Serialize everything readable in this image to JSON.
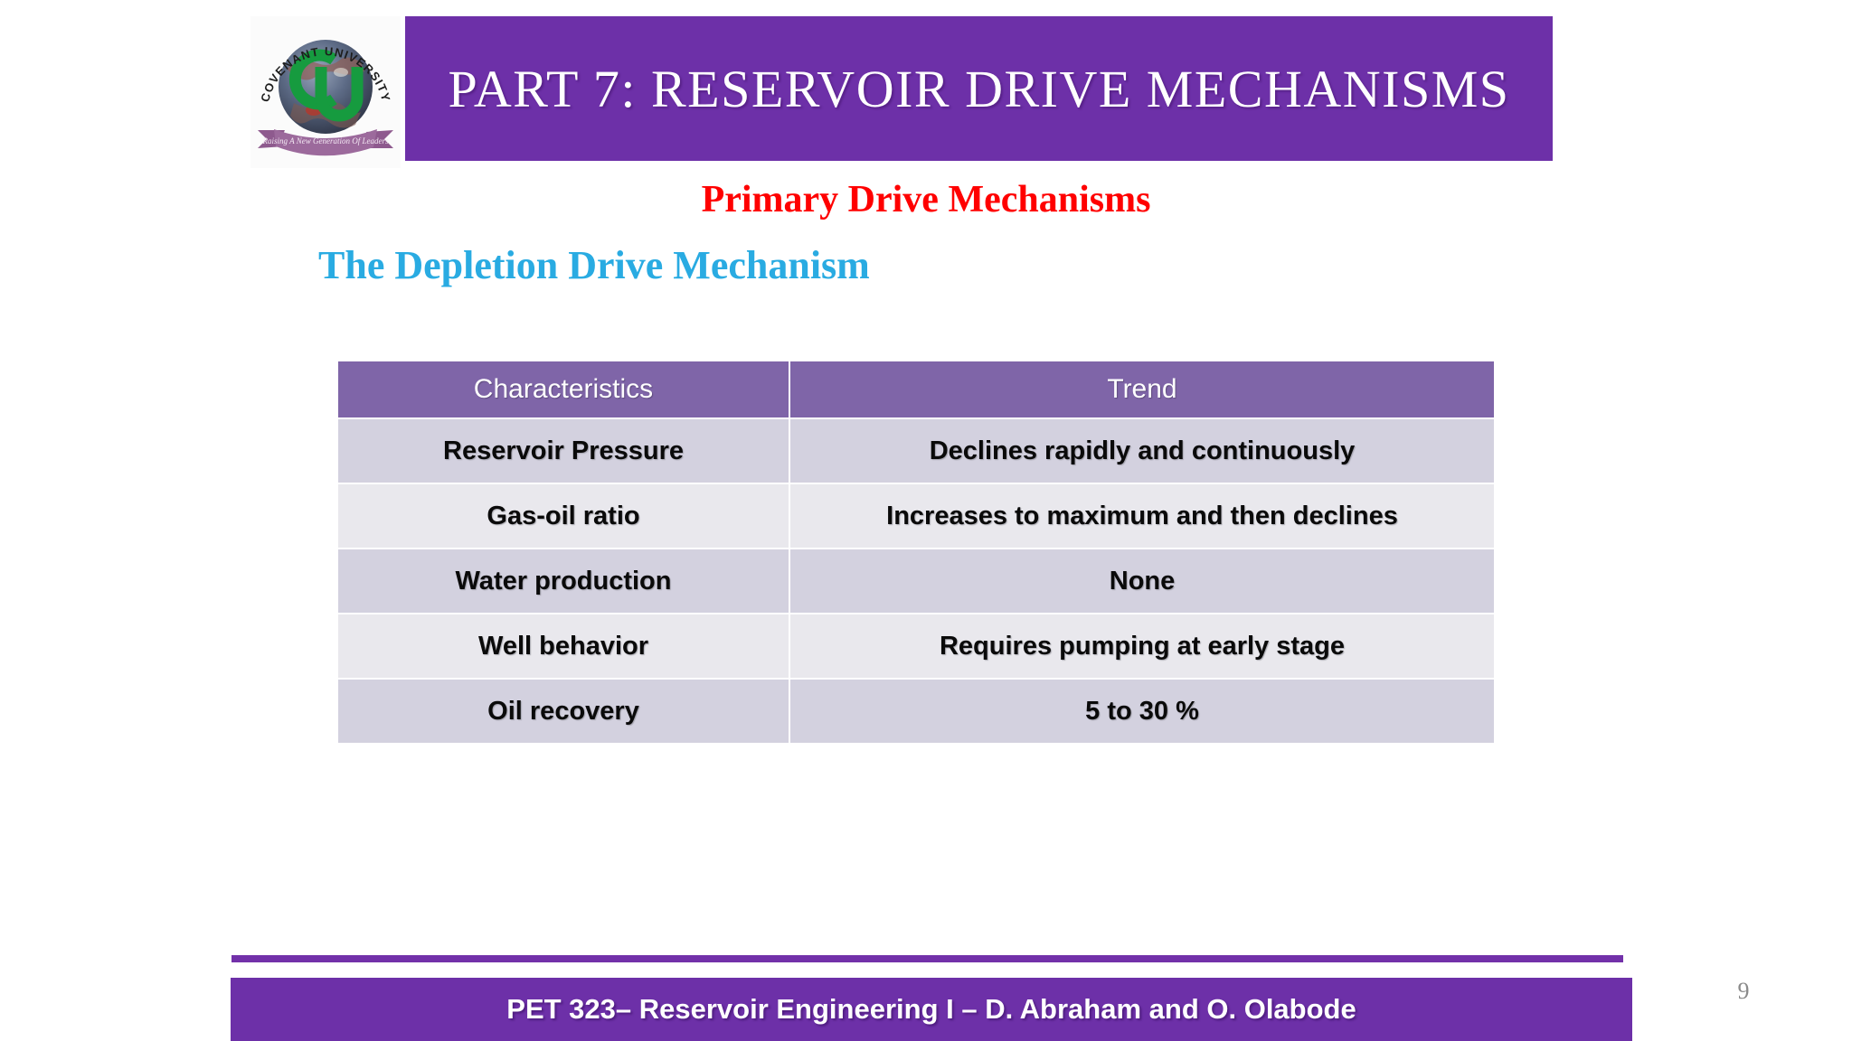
{
  "slide": {
    "title": "PART 7: RESERVOIR DRIVE MECHANISMS",
    "primary_heading": "Primary Drive Mechanisms",
    "sub_heading": "The Depletion Drive Mechanism",
    "slide_number": "9"
  },
  "logo": {
    "name": "covenant-university-logo",
    "arc_text": "COVENANT UNIVERSITY",
    "monogram": "CU",
    "ribbon_text": "Raising A New Generation Of Leaders"
  },
  "table": {
    "headers": [
      "Characteristics",
      "Trend"
    ],
    "rows": [
      {
        "characteristic": "Reservoir Pressure",
        "trend": "Declines rapidly and continuously"
      },
      {
        "characteristic": "Gas-oil ratio",
        "trend": "Increases to maximum and then declines"
      },
      {
        "characteristic": "Water production",
        "trend": "None"
      },
      {
        "characteristic": "Well behavior",
        "trend": "Requires pumping at early stage"
      },
      {
        "characteristic": "Oil recovery",
        "trend": "5 to 30 %"
      }
    ]
  },
  "footer": {
    "text": "PET 323– Reservoir Engineering I – D. Abraham and  O. Olabode"
  },
  "colors": {
    "header_purple": "#6D30A8",
    "table_header_purple": "#7F65A8",
    "row_dark": "#D3D1DF",
    "row_light": "#E9E8ED",
    "primary_heading_red": "#FF0000",
    "sub_heading_blue": "#29ABE2",
    "slide_number_gray": "#8A8A8A"
  }
}
